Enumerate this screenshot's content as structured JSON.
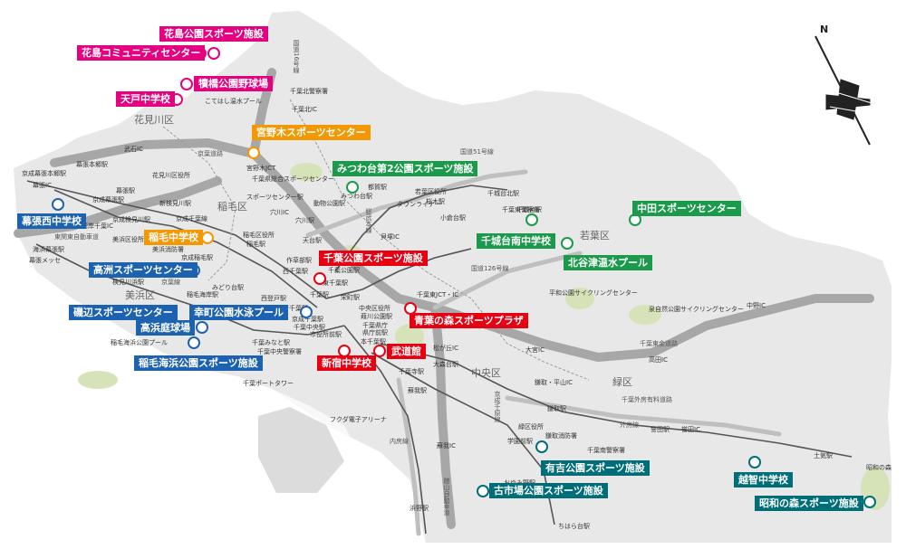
{
  "compass": {
    "north": "N"
  },
  "colors": {
    "magenta": "#e4007f",
    "orange": "#f39800",
    "green": "#1a9a4a",
    "blue": "#1d62b0",
    "red": "#e60012",
    "teal": "#006e79",
    "land": "#e8e8e8",
    "road": "#a7a7a7"
  },
  "facilities": {
    "hanashima_park": "花島公園スポーツ施設",
    "hanashima_community": "花島コミュニティセンター",
    "kemigawa_baseball": "犢橋公園野球場",
    "amado_jhs": "天戸中学校",
    "miyanogi_sports": "宮野木スポーツセンター",
    "mitsuwadai_park2": "みつわ台第2公園スポーツ施設",
    "makuhari_nishi_jhs": "幕張西中学校",
    "kemigawa_jhs": "稲毛中学校",
    "takasu_sports": "高洲スポーツセンター",
    "isobe_sports": "磯辺スポーツセンター",
    "takahama_field": "高浜庭球場",
    "saiwaicho_pool": "幸町公園水泳プール",
    "inage_kaigan_park": "稲毛海浜公園スポーツ施設",
    "chiba_park": "千葉公園スポーツ施設",
    "aoba_plaza": "青葉の森スポーツプラザ",
    "budokan": "武道館",
    "shinjuku_jhs": "新宿中学校",
    "chishiro_jhs": "千城台南中学校",
    "kitayatsu_pool": "北谷津温水プール",
    "nakata_sports": "中田スポーツセンター",
    "ariyoshi_park": "有吉公園スポーツ施設",
    "koichiba_park": "古市場公園スポーツ施設",
    "ochi_jhs": "越智中学校",
    "showanomori": "昭和の森スポーツ施設"
  },
  "wards": {
    "hanamigawa": "花見川区",
    "inage": "稲毛区",
    "mihama": "美浜区",
    "wakaba": "若葉区",
    "chuo": "中央区",
    "midori": "緑区"
  },
  "places": {
    "p01": "国道16号線",
    "p02": "千葉北警察署",
    "p03": "こてはし温水プール",
    "p04": "千葉北IC",
    "p05": "武石IC",
    "p06": "花見川区役所",
    "p07": "宮野木JCT",
    "p08": "京葉道路",
    "p09": "幕張本郷駅",
    "p10": "京成幕張本郷駅",
    "p11": "幕張IC",
    "p12": "幕張駅",
    "p13": "京成幕張駅",
    "p14": "新検見川駅",
    "p15": "京成検見川駅",
    "p16": "京成千葉線",
    "p17": "湾岸千葉IC",
    "p18": "東関東自動車道",
    "p19": "海浜幕張駅",
    "p20": "幕張メッセ",
    "p21": "美浜区役所",
    "p22": "美浜消防署",
    "p23": "京成稲毛駅",
    "p24": "検見川浜駅",
    "p25": "京葉線",
    "p26": "稲毛海岸駅",
    "p27": "稲毛海浜公園プール",
    "p28": "千葉県総合スポーツセンター",
    "p29": "スポーツセンター駅",
    "p30": "動物公園駅",
    "p31": "穴川IC",
    "p32": "穴川駅",
    "p33": "稲毛区役所",
    "p34": "稲毛駅",
    "p35": "天台駅",
    "p36": "作草部駅",
    "p37": "西千葉駅",
    "p38": "千葉公園駅",
    "p39": "みどり台駅",
    "p40": "西登戸駅",
    "p41": "新千葉駅",
    "p42": "京成千葉駅",
    "p43": "千葉中央駅",
    "p44": "千葉駅",
    "p45": "千葉みなと駅",
    "p46": "千葉中央警察署",
    "p47": "市役所前駅",
    "p48": "千葉ポートタワー",
    "p49": "東千葉駅",
    "p50": "栄町駅",
    "p51": "中央区役所",
    "p52": "葭川公園駅",
    "p53": "千葉県庁",
    "p54": "県庁前駅",
    "p55": "本千葉駅",
    "p56": "千葉寺駅",
    "p57": "蘇我駅",
    "p58": "フクダ電子アリーナ",
    "p59": "蘇我IC",
    "p60": "国道51号線",
    "p61": "都賀駅",
    "p62": "みつわ台駅",
    "p63": "若葉区役所",
    "p64": "桜木駅",
    "p65": "千城台北駅",
    "p66": "千城台駅",
    "p67": "タウンライナー",
    "p68": "小倉台駅",
    "p69": "千葉東警察署",
    "p70": "貝塚IC",
    "p71": "総武本線",
    "p72": "国道126号線",
    "p73": "千葉東JCT・IC",
    "p74": "松が丘IC",
    "p75": "大森台駅",
    "p76": "泉自然公園サイクリングセンター",
    "p77": "平和公園サイクリングセンター",
    "p78": "中野IC",
    "p79": "千葉東金道路",
    "p80": "高田IC",
    "p81": "大宮IC",
    "p82": "鎌取・平山IC",
    "p83": "鎌取駅",
    "p84": "千葉外房有料道路",
    "p85": "外房線",
    "p86": "誉田駅",
    "p87": "誉田IC",
    "p88": "緑区役所",
    "p89": "鎌取消防署",
    "p90": "千葉南警察署",
    "p91": "学園前駅",
    "p92": "おゆみ野駅",
    "p93": "ちはら台駅",
    "p94": "京成千原線",
    "p95": "土気駅",
    "p96": "昭和の森",
    "p97": "館山自動車道",
    "p98": "浜野駅",
    "p99": "内房線"
  }
}
